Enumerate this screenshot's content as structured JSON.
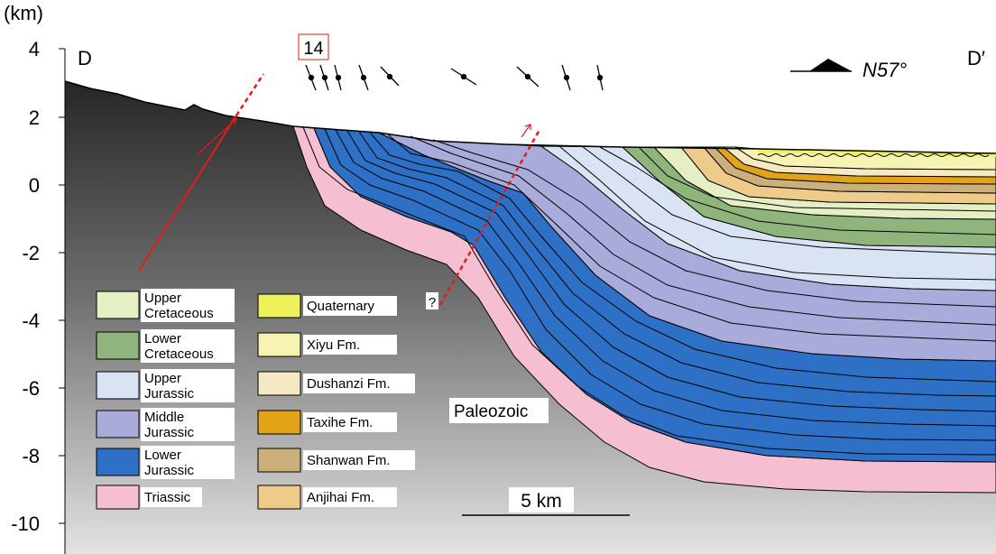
{
  "axis": {
    "unit": "(km)",
    "ticks": [
      "4",
      "2",
      "0",
      "-2",
      "-4",
      "-6",
      "-8",
      "-10"
    ]
  },
  "section": {
    "start_label": "D",
    "end_label": "D′",
    "orientation": "N57°",
    "well_label": "14",
    "question_mark": "?",
    "basement_label": "Paleozoic",
    "scale_label": "5 km"
  },
  "legend": {
    "left": [
      {
        "line1": "Upper",
        "line2": "Cretaceous",
        "color": "#e4efc4"
      },
      {
        "line1": "Lower",
        "line2": "Cretaceous",
        "color": "#8fb57c"
      },
      {
        "line1": "Upper",
        "line2": "Jurassic",
        "color": "#d9e3f3"
      },
      {
        "line1": "Middle",
        "line2": "Jurassic",
        "color": "#a9acdb"
      },
      {
        "line1": "Lower",
        "line2": "Jurassic",
        "color": "#2d70c6"
      },
      {
        "line1": "Triassic",
        "line2": "",
        "color": "#f5bfd1"
      }
    ],
    "right": [
      {
        "label": "Quaternary",
        "color": "#eef25a"
      },
      {
        "label": "Xiyu Fm.",
        "color": "#f7f3b3"
      },
      {
        "label": "Dushanzi Fm.",
        "color": "#f6e8c2"
      },
      {
        "label": "Taxihe Fm.",
        "color": "#e2a318"
      },
      {
        "label": "Shanwan Fm.",
        "color": "#ccb07b"
      },
      {
        "label": "Anjihai Fm.",
        "color": "#efcb8a"
      }
    ]
  },
  "colors": {
    "fault": "#e21b1b",
    "basement_top": "#2b2b2b",
    "basement_bottom": "#d8d8d8"
  }
}
